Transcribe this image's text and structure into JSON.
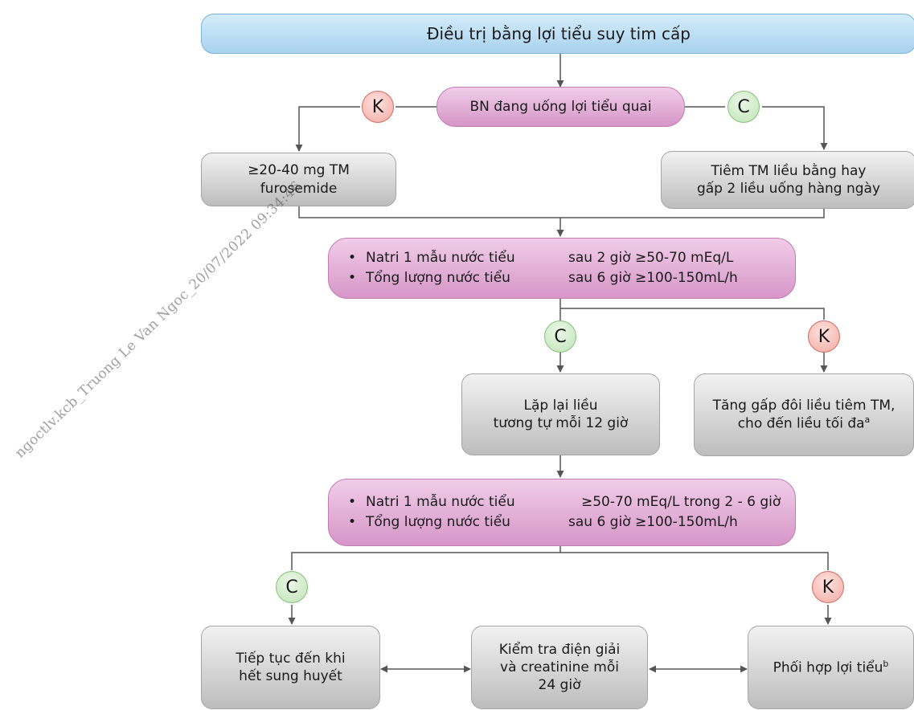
{
  "header": {
    "title": "Điều trị bằng lợi tiểu suy tim cấp"
  },
  "decision": {
    "label": "BN đang uống lợi tiểu quai"
  },
  "badges": {
    "no": "K",
    "yes": "C"
  },
  "branch_no": {
    "line1": "≥20-40 mg TM",
    "line2": "furosemide"
  },
  "branch_yes": {
    "line1": "Tiêm TM liều bằng hay",
    "line2": "gấp 2 liều uống hàng ngày"
  },
  "check1": {
    "row1": {
      "dot": "•",
      "label": "Natri 1 mẫu nước tiểu",
      "value": "sau 2 giờ ≥50-70 mEq/L"
    },
    "row2": {
      "dot": "•",
      "label": "Tổng lượng nước tiểu",
      "value": "sau 6 giờ ≥100-150mL/h"
    }
  },
  "repeat": {
    "line1": "Lặp lại liều",
    "line2": "tương tự mỗi 12 giờ"
  },
  "double": {
    "line1": "Tăng gấp đôi liều tiêm TM,",
    "line2": "cho đến liều tối đa",
    "sup": "a"
  },
  "check2": {
    "row1": {
      "dot": "•",
      "label": "Natri 1 mẫu nước tiểu",
      "value": "≥50-70 mEq/L trong 2 - 6 giờ"
    },
    "row2": {
      "dot": "•",
      "label": "Tổng lượng nước tiểu",
      "value": "sau 6 giờ ≥100-150mL/h"
    }
  },
  "continue": {
    "line1": "Tiếp tục đến khi",
    "line2": "hết sung huyết"
  },
  "monitor": {
    "line1": "Kiểm tra điện giải",
    "line2": "và creatinine mỗi",
    "line3": "24 giờ"
  },
  "combine": {
    "label": "Phối hợp lợi tiểu",
    "sup": "b"
  },
  "watermark": {
    "text": "ngoctlv.kcb_Truong Le Van Ngoc_20/07/2022 09:34:46"
  },
  "colors": {
    "line": "#555555",
    "header": "#a8d2ef",
    "pill": "#d696c8",
    "gray": "#bdbdbd",
    "badge_no": "#f2a9a2",
    "badge_yes": "#bfe3b6"
  }
}
